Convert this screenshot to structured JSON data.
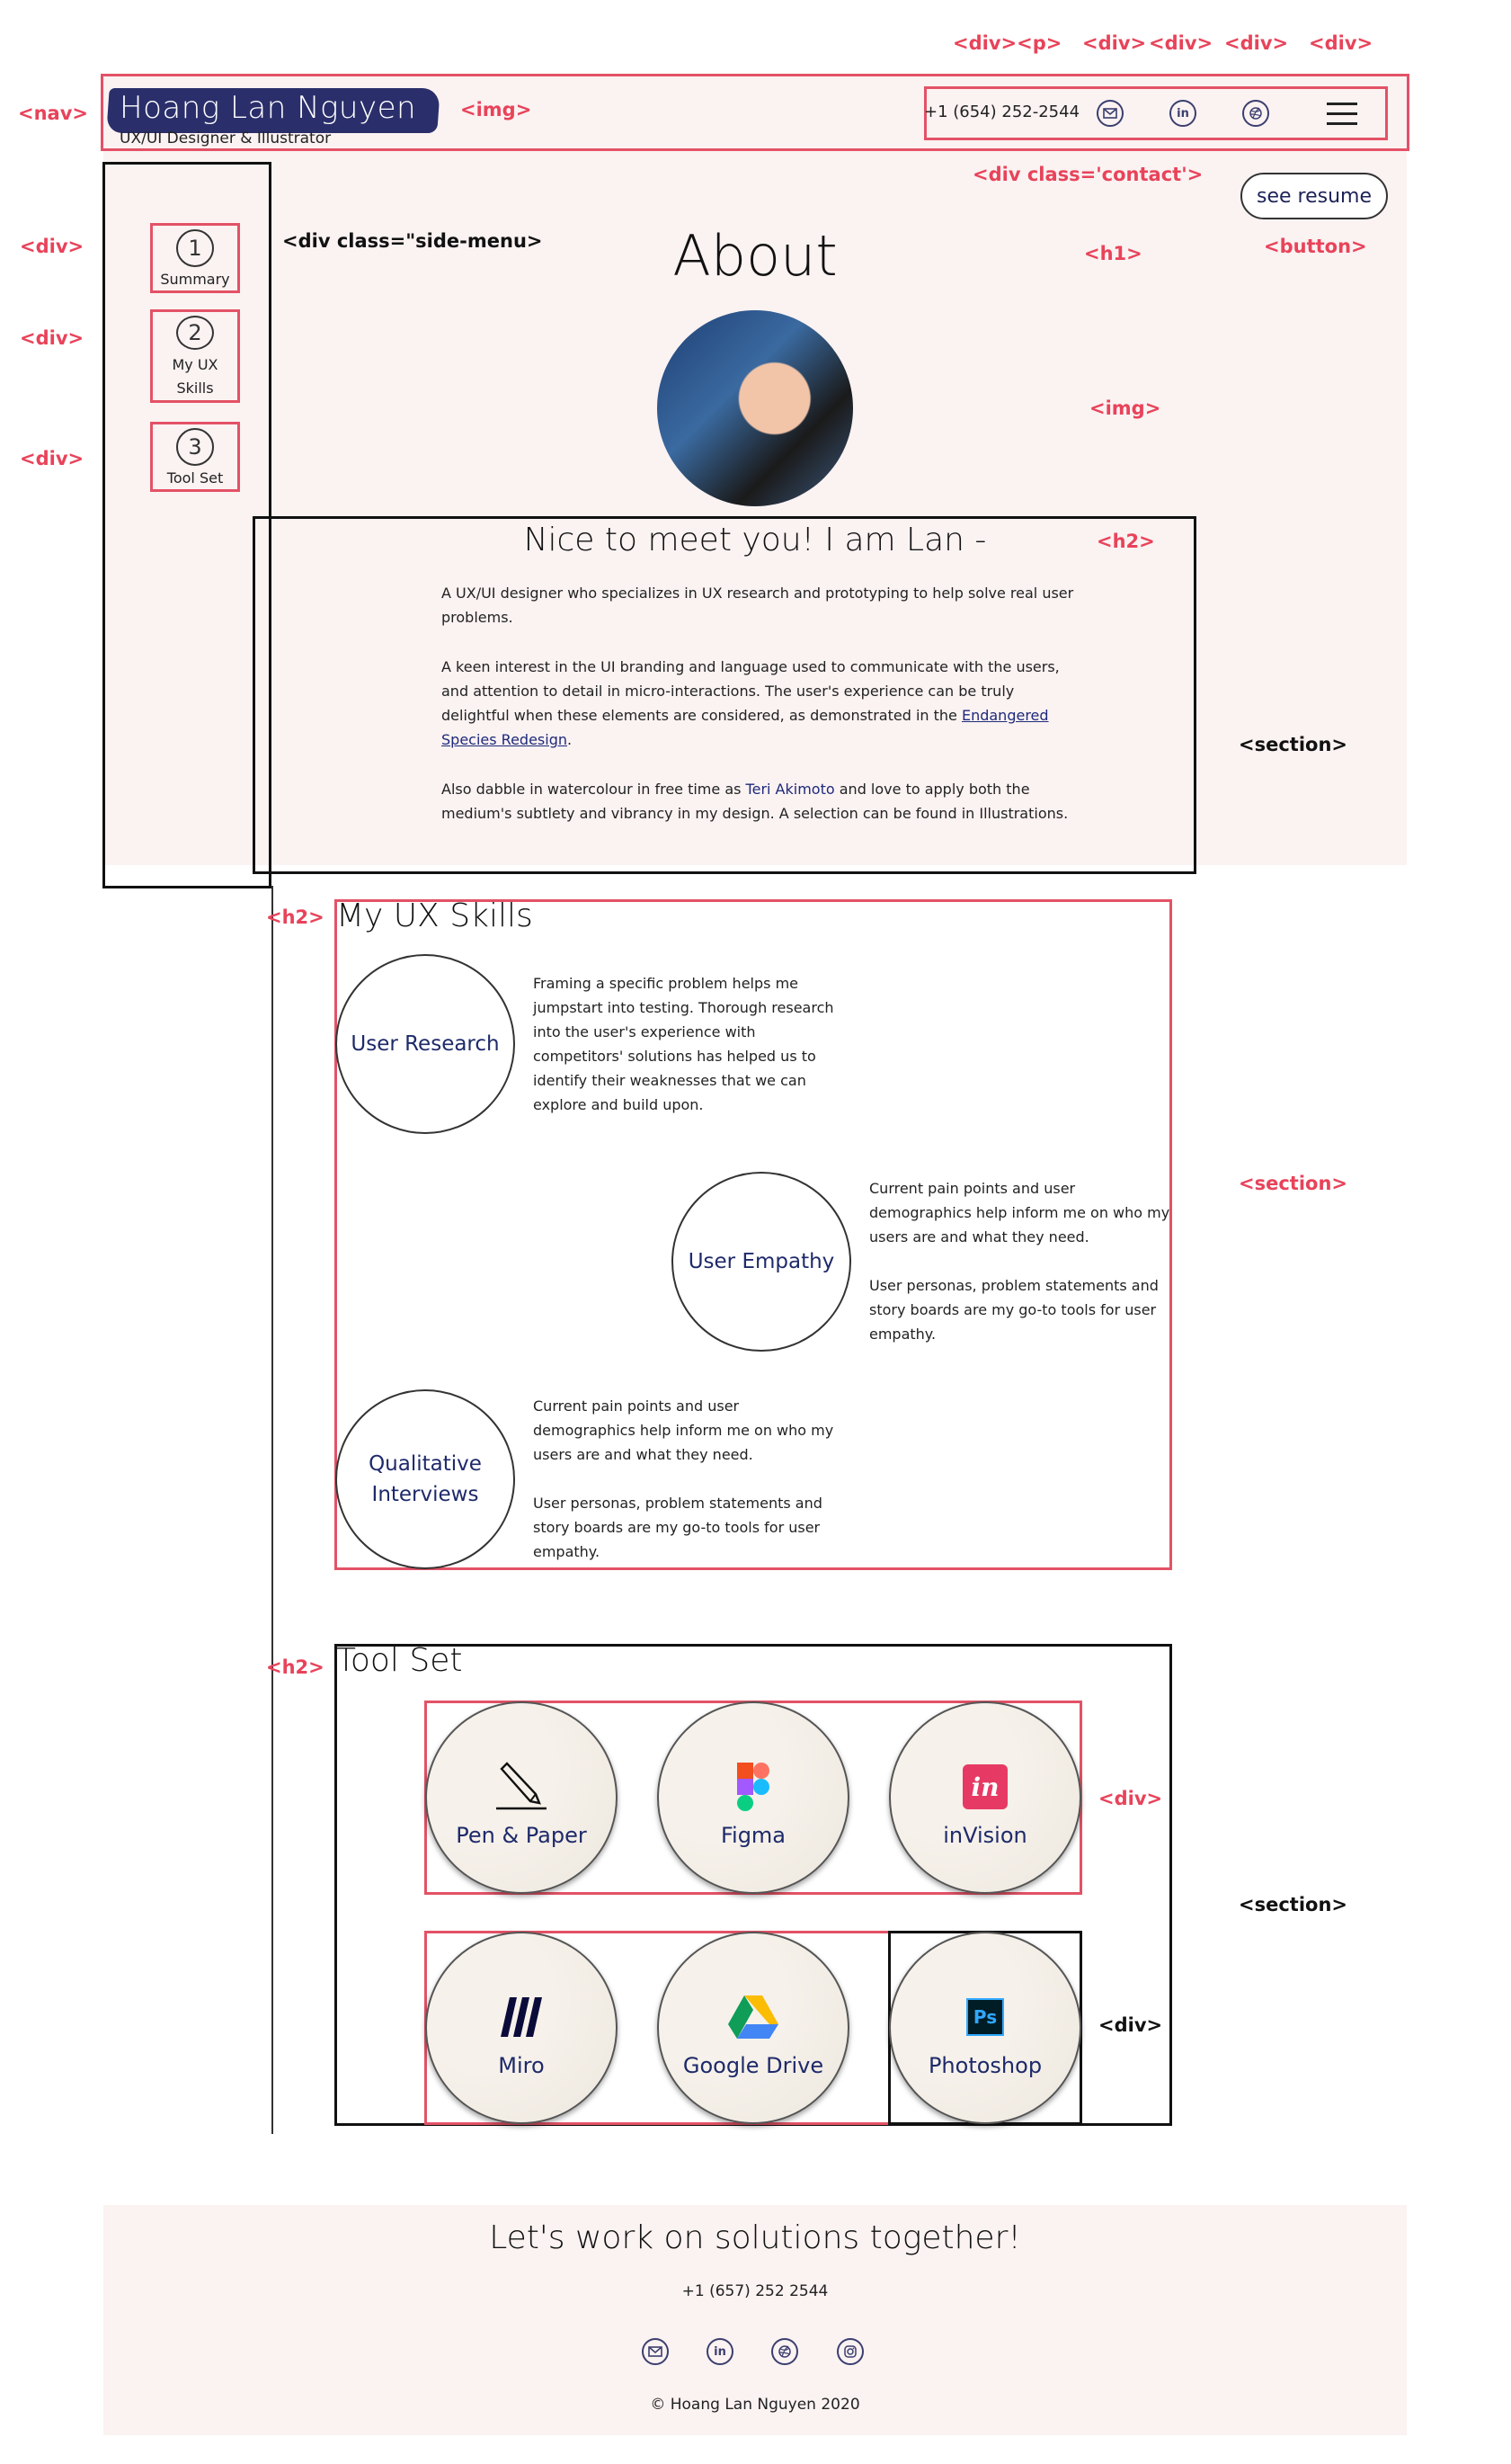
{
  "annotations": {
    "nav": "<nav>",
    "img_logo": "<img>",
    "top_div_p": "<div><p>",
    "top_div_1": "<div>",
    "top_div_2": "<div>",
    "top_div_3": "<div>",
    "top_div_4": "<div>",
    "contact_div": "<div class='contact'>",
    "side_div_1": "<div>",
    "side_div_2": "<div>",
    "side_div_3": "<div>",
    "side_menu": "<div class=\"side-menu>",
    "h1": "<h1>",
    "button": "<button>",
    "img_avatar": "<img>",
    "h2_intro": "<h2>",
    "section_intro": "<section>",
    "h2_skills": "<h2>",
    "section_skills": "<section>",
    "h2_tools": "<h2>",
    "div_tools_1": "<div>",
    "section_tools": "<section>",
    "div_tools_2": "<div>"
  },
  "nav": {
    "logo": "Hoang Lan Nguyen",
    "subtitle": "UX/UI Designer & Illustrator",
    "phone": "+1 (654) 252-2544",
    "icons": [
      "mail-icon",
      "linkedin-icon",
      "dribbble-icon",
      "menu-icon"
    ]
  },
  "resume_button": "see resume",
  "side_menu": [
    {
      "num": "1",
      "label": "Summary"
    },
    {
      "num": "2",
      "label": "My UX Skills"
    },
    {
      "num": "3",
      "label": "Tool Set"
    }
  ],
  "about": {
    "title": "About",
    "heading": "Nice to meet you! I am Lan -",
    "p1": "A UX/UI designer who specializes in UX research and prototyping to help solve real user problems.",
    "p2_a": "A keen interest in the UI branding and language used to communicate with the users, and attention to detail in micro-interactions. The user's experience can be truly delightful when these elements are considered, as demonstrated in the ",
    "p2_link": "Endangered Species Redesign",
    "p2_b": ".",
    "p3_a": "Also dabble in watercolour in free time as ",
    "p3_link": "Teri Akimoto",
    "p3_b": " and love to apply both the medium's subtlety and vibrancy in my design. A selection can be found in Illustrations."
  },
  "skills": {
    "title": "My UX Skills",
    "items": [
      {
        "name": "User Research",
        "text": "Framing a specific problem helps me jumpstart into testing. Thorough research into the user's experience with competitors' solutions has helped us to identify their weaknesses that we can explore and build upon."
      },
      {
        "name": "User Empathy",
        "text_a": "Current pain points and user demographics help inform me on who my users are and what they need.",
        "text_b": "User personas, problem statements and story boards are my go-to tools for user empathy."
      },
      {
        "name": "Qualitative Interviews",
        "text_a": "Current pain points and user demographics help inform me on who my users are and what they need.",
        "text_b": "User personas, problem statements and story boards are my go-to tools for user empathy."
      }
    ]
  },
  "tools": {
    "title": "Tool Set",
    "items": [
      "Pen & Paper",
      "Figma",
      "inVision",
      "Miro",
      "Google Drive",
      "Photoshop"
    ],
    "invision_glyph": "in",
    "photoshop_glyph": "Ps"
  },
  "footer": {
    "title": "Let's work on solutions together!",
    "phone": "+1 (657) 252 2544",
    "copyright": "© Hoang Lan Nguyen 2020"
  },
  "colors": {
    "accent_red": "#e35266",
    "navy": "#1e2a6a",
    "pink_bg": "#fbf2f2"
  }
}
